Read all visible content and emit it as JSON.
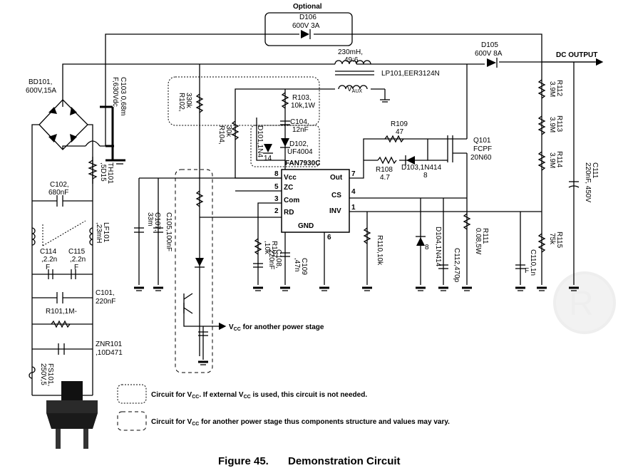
{
  "optional_label": "Optional",
  "d106": {
    "ref": "D106",
    "value": "600V 3A"
  },
  "lp101": {
    "value": "230mH,",
    "turns": "49:6",
    "ref": "LP101,EER3124N",
    "aux": "V",
    "aux_sub": "AUX"
  },
  "d105": {
    "ref": "D105",
    "value": "600V 8A"
  },
  "dc_output": "DC OUTPUT",
  "bd101": {
    "ref": "BD101,",
    "value": "600V,15A"
  },
  "c103": {
    "line1": "C103 0,68m",
    "line2": "F,630Vdc"
  },
  "r102": {
    "ref": "R102,",
    "value": "330k"
  },
  "r103": {
    "ref": "R103,",
    "value": "10k,1W"
  },
  "c104": {
    "ref": "C104,",
    "value": "12nF"
  },
  "d101": {
    "ref": "D101,1N4",
    "value": "14"
  },
  "d102": {
    "ref": "D102,",
    "value": "UF4004"
  },
  "r104": {
    "ref": "R104,",
    "value": "30k"
  },
  "th101": {
    "ref": "TH101",
    "value": ",5D15"
  },
  "c102": {
    "ref": "C102,",
    "value": "680nF"
  },
  "lf101": {
    "ref": "LF101",
    "value": ",23mH"
  },
  "c114": {
    "ref": "C114",
    ",v1": ",2.2n",
    "v2": "F"
  },
  "c115": {
    "ref": "C115",
    ",v1": ",2.2n",
    "v2": "F"
  },
  "c101": {
    "ref": "C101,",
    "value": "220nF"
  },
  "r101": {
    "label": "R101,1M-"
  },
  "znr101": {
    "ref": "ZNR101",
    "value": ",10D471"
  },
  "fs101": {
    "ref": "FS101,",
    "value": "250V,5"
  },
  "c107": {
    "ref": "C107,",
    "value": "33m"
  },
  "c105": {
    "label": "C105,100nF"
  },
  "ic": {
    "name": "FAN7930C",
    "left_pins": [
      {
        "num": "8",
        "name": "Vcc"
      },
      {
        "num": "5",
        "name": "ZC"
      },
      {
        "num": "3",
        "name": "Com"
      },
      {
        "num": "2",
        "name": "RD"
      },
      {
        "num": "",
        "name": "GND"
      }
    ],
    "right_pins": [
      {
        "num": "7",
        "name": "Out"
      },
      {
        "num": "4",
        "name": "CS"
      },
      {
        "num": "1",
        "name": "INV"
      }
    ],
    "bottom_pin": "6"
  },
  "r107": {
    "ref": "R107",
    "value": ",10k"
  },
  "c108": {
    "ref": "C108,",
    "value": "220nF"
  },
  "c109": {
    "ref": "C109",
    "value": ",47n"
  },
  "r109": {
    "ref": "R109",
    "value": "47"
  },
  "r108": {
    "ref": "R108",
    "value": "4.7"
  },
  "d103": {
    "label": "D103,1N414",
    "value": "8"
  },
  "q101": {
    "ref": "Q101",
    "part": "FCPF",
    "value": "20N60"
  },
  "r110": {
    "label": "R110,10k"
  },
  "d104": {
    "label": "D104,1N414",
    "value": "8"
  },
  "c112": {
    "label": "C112,470p"
  },
  "r111": {
    "ref": "R111",
    "value": "0.08,5W"
  },
  "r112": {
    "ref": "R112",
    "value": "3.9M"
  },
  "r113": {
    "ref": "R113",
    "value": "3.9M"
  },
  "r114": {
    "ref": "R114",
    "value": "3.9M"
  },
  "r115": {
    "ref": "R115",
    "value": "75k"
  },
  "c110": {
    "label": "C110,1n",
    "extra": "F"
  },
  "c111": {
    "ref": "C111",
    "value": "220nF, 450V"
  },
  "vcc_other": {
    "prefix": "V",
    "sub": "CC",
    "suffix": " for another power stage"
  },
  "legend": [
    {
      "prefix": "Circuit for V",
      "sub": "CC",
      "suffix": ". If external V",
      "sub2": "CC",
      "suffix2": " is used, this circuit is not needed."
    },
    {
      "prefix": "Circuit for V",
      "sub": "CC",
      "suffix": " for another power stage thus components structure and values may vary."
    }
  ],
  "caption": {
    "number": "Figure 45.",
    "title": "Demonstration Circuit"
  }
}
